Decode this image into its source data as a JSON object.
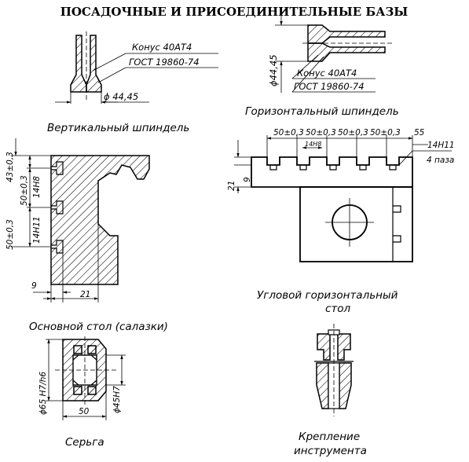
{
  "title": "ПОСАДОЧНЫЕ И ПРИСОЕДИНИТЕЛЬНЫЕ БАЗЫ",
  "captions": {
    "vertical_spindle": "Вертикальный шпиндель",
    "horizontal_spindle": "Горизонтальный шпиндель",
    "main_table": "Основной стол (салазки)",
    "angular_table_line1": "Угловой горизонтальный",
    "angular_table_line2": "стол",
    "earring": "Серьга",
    "tool_mount_line1": "Крепление",
    "tool_mount_line2": "инструмента"
  },
  "labels": {
    "cone": "Конус 40АТ4",
    "gost": "ГОСТ 19860-74",
    "diameter_vertical": "ϕ 44,45",
    "diameter_horizontal": "ϕ44,45",
    "main_table_dim_43": "43±0,3",
    "main_table_dim_50_a": "50±0,3",
    "main_table_dim_50_b": "50±0,3",
    "main_table_14h8": "14H8",
    "main_table_14h11": "14H11",
    "main_table_9": "9",
    "main_table_21": "21",
    "angular_dim_1": "50±0,3",
    "angular_dim_2": "50±0,3",
    "angular_dim_3": "50±0,3",
    "angular_dim_4": "50±0,3",
    "angular_dim_55": "55",
    "angular_14h8": "14H8",
    "angular_14h11": "14H11",
    "angular_4_slots": "4 паза",
    "angular_21": "21",
    "angular_9": "9",
    "earring_d65": "ϕ65 H7/h6",
    "earring_50": "50",
    "earring_d45": "ϕ45H7"
  }
}
